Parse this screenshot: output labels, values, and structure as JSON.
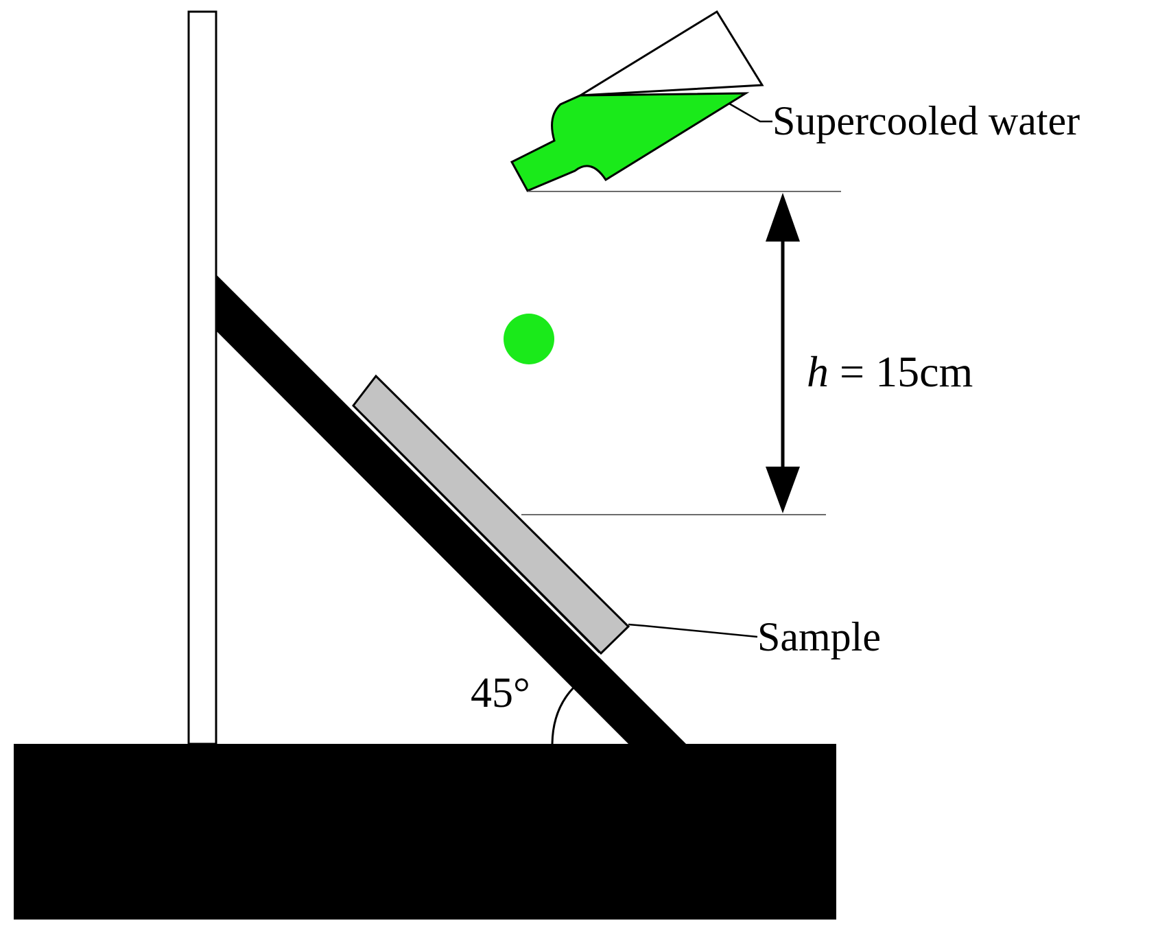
{
  "labels": {
    "water": "Supercooled water",
    "height_var": "h",
    "height_value": " = 15cm",
    "sample": "Sample",
    "angle": "45°"
  },
  "colors": {
    "water": "#1aea1a",
    "sample": "#c3c3c3",
    "ink": "#000000",
    "background": "#ffffff"
  }
}
